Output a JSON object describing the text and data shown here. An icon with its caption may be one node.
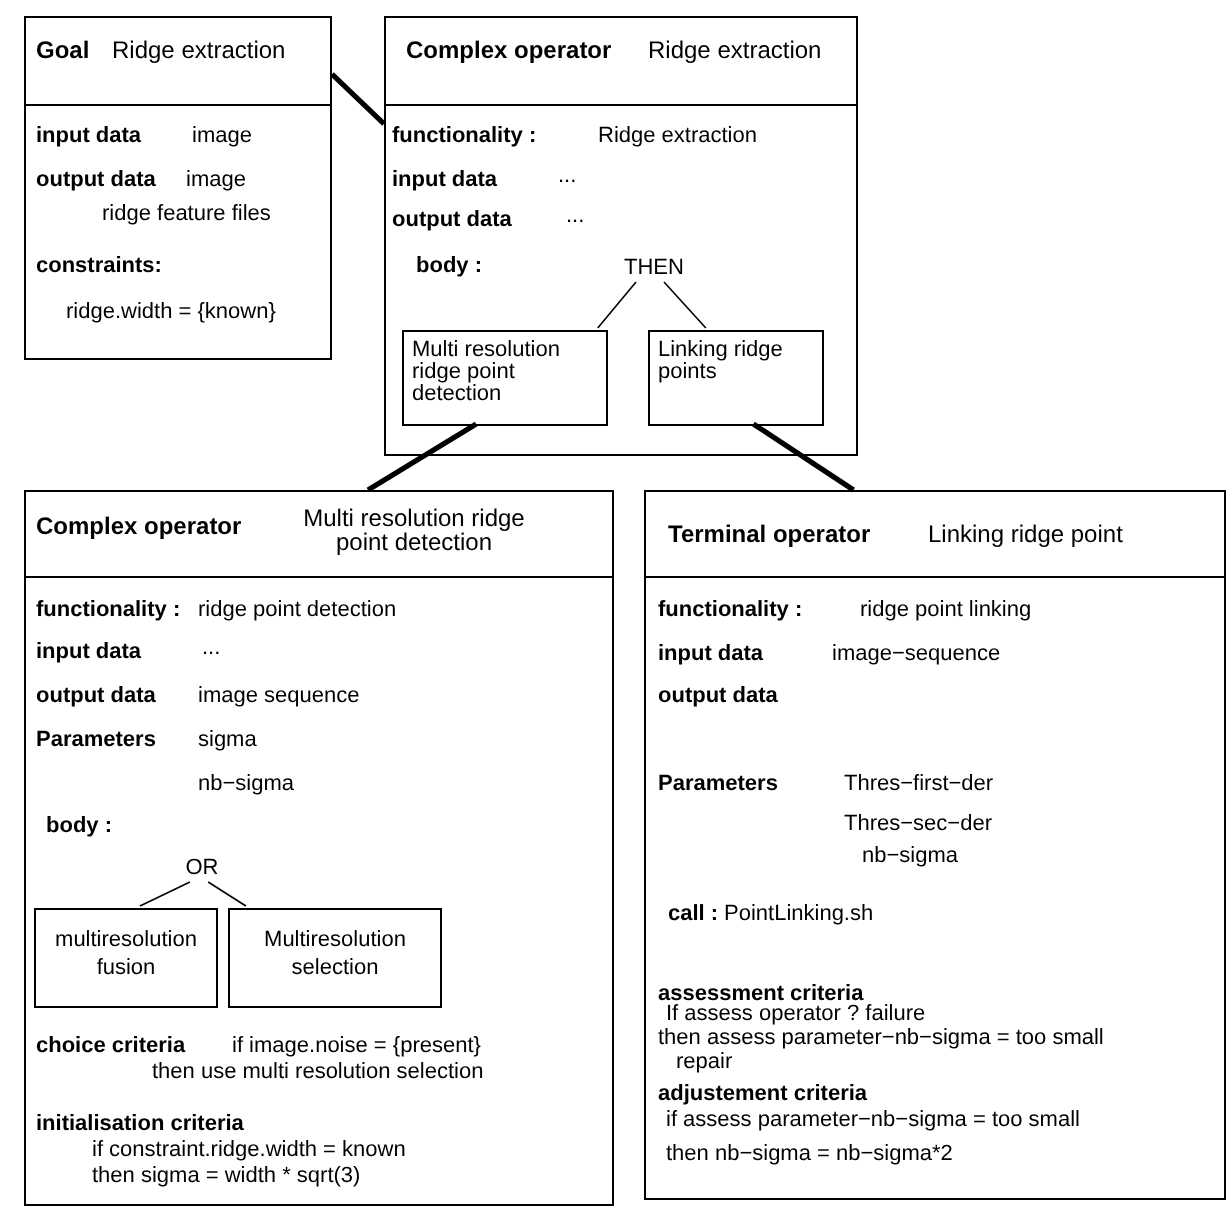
{
  "diagram": {
    "nodes": [
      {
        "text": [
          "Goal",
          "Ridge extraction",
          "input data",
          "image",
          "output data",
          "image",
          "ridge feature files",
          "constraints:",
          "ridge.width = {known}"
        ]
      },
      {
        "text": [
          "Complex operator",
          "Ridge extraction",
          "functionality :",
          "Ridge extraction",
          "input data",
          "...",
          "output data",
          "...",
          "body :"
        ]
      },
      {
        "text": [
          "THEN"
        ],
        "in": 1
      },
      {
        "text": [
          "Multi resolution ridge point detection"
        ],
        "in": 1
      },
      {
        "text": [
          "Linking ridge points"
        ],
        "in": 1
      },
      {
        "text": [
          "Complex operator",
          "Multi resolution ridge point detection",
          "functionality :",
          "ridge point detection",
          "input data",
          "...",
          "output data",
          "image sequence",
          "Parameters",
          "sigma",
          "nb−sigma",
          "body :",
          "choice criteria",
          "if image.noise = {present}",
          "then use multi resolution selection",
          "initialisation criteria",
          "if constraint.ridge.width = known",
          "then sigma = width * sqrt(3)"
        ]
      },
      {
        "text": [
          "OR"
        ],
        "in": 5
      },
      {
        "text": [
          "multiresolution fusion"
        ],
        "in": 5
      },
      {
        "text": [
          "Multiresolution selection"
        ],
        "in": 5
      },
      {
        "text": [
          "Terminal operator",
          "Linking ridge point",
          "functionality :",
          "ridge point linking",
          "input data",
          "image−sequence",
          "output data",
          "Parameters",
          "Thres−first−der",
          "Thres−sec−der",
          "nb−sigma",
          "call :",
          "PointLinking.sh",
          "assessment criteria",
          "If assess operator ? failure",
          "then assess parameter−nb−sigma = too small",
          "repair",
          "adjustement criteria",
          "if assess parameter−nb−sigma = too small",
          "then nb−sigma = nb−sigma*2"
        ]
      }
    ],
    "edges": [
      {
        "from": 0,
        "to": 1,
        "arrow": "none",
        "style": "thick"
      },
      {
        "from": 2,
        "to": 3,
        "arrow": "none"
      },
      {
        "from": 2,
        "to": 4,
        "arrow": "none"
      },
      {
        "from": 3,
        "to": 5,
        "arrow": "none",
        "style": "thick"
      },
      {
        "from": 4,
        "to": 9,
        "arrow": "none",
        "style": "thick"
      },
      {
        "from": 6,
        "to": 7,
        "arrow": "none"
      },
      {
        "from": 6,
        "to": 8,
        "arrow": "none"
      }
    ]
  }
}
